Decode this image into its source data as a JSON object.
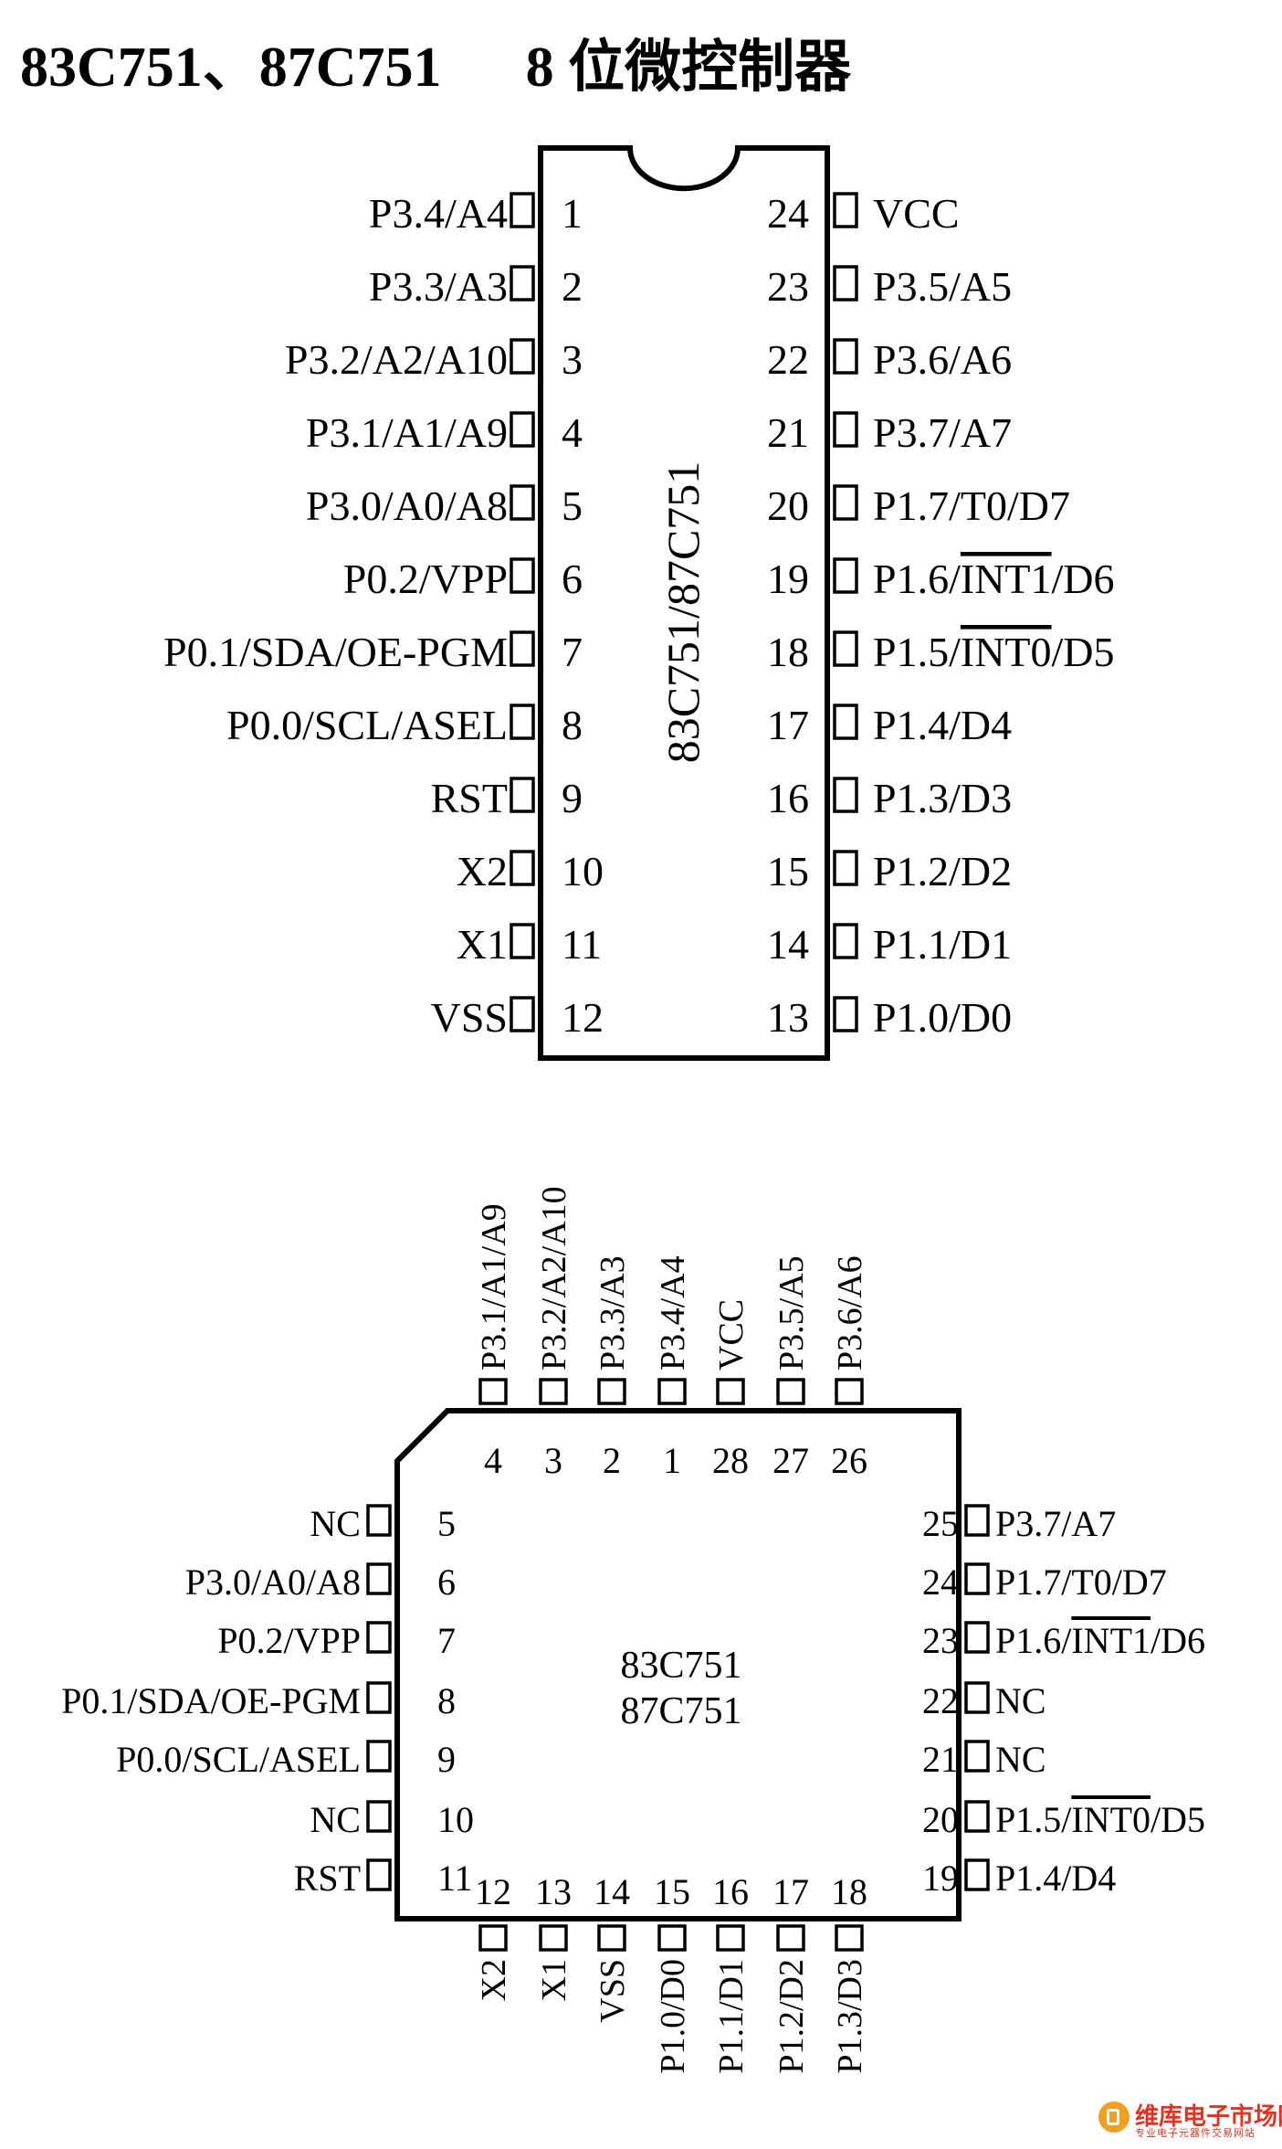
{
  "title": {
    "part": "83C751、87C751",
    "desc": "8 位微控制器"
  },
  "dip": {
    "chip_label": "83C751/87C751",
    "left_pins": [
      {
        "num": "1",
        "name": "P3.4/A4"
      },
      {
        "num": "2",
        "name": "P3.3/A3"
      },
      {
        "num": "3",
        "name": "P3.2/A2/A10"
      },
      {
        "num": "4",
        "name": "P3.1/A1/A9"
      },
      {
        "num": "5",
        "name": "P3.0/A0/A8"
      },
      {
        "num": "6",
        "name": "P0.2/VPP"
      },
      {
        "num": "7",
        "name": "P0.1/SDA/OE-PGM"
      },
      {
        "num": "8",
        "name": "P0.0/SCL/ASEL"
      },
      {
        "num": "9",
        "name": "RST"
      },
      {
        "num": "10",
        "name": "X2"
      },
      {
        "num": "11",
        "name": "X1"
      },
      {
        "num": "12",
        "name": "VSS"
      }
    ],
    "right_pins": [
      {
        "num": "24",
        "name": "VCC"
      },
      {
        "num": "23",
        "name": "P3.5/A5"
      },
      {
        "num": "22",
        "name": "P3.6/A6"
      },
      {
        "num": "21",
        "name": "P3.7/A7"
      },
      {
        "num": "20",
        "name": "P1.7/T0/D7"
      },
      {
        "num": "19",
        "name": "P1.6/INT1/D6",
        "over_prefix": "P1.6/",
        "over": "INT1",
        "over_suffix": "/D6"
      },
      {
        "num": "18",
        "name": "P1.5/INT0/D5",
        "over_prefix": "P1.5/",
        "over": "INT0",
        "over_suffix": "/D5"
      },
      {
        "num": "17",
        "name": "P1.4/D4"
      },
      {
        "num": "16",
        "name": "P1.3/D3"
      },
      {
        "num": "15",
        "name": "P1.2/D2"
      },
      {
        "num": "14",
        "name": "P1.1/D1"
      },
      {
        "num": "13",
        "name": "P1.0/D0"
      }
    ]
  },
  "plcc": {
    "chip_label_1": "83C751",
    "chip_label_2": "87C751",
    "top_pins": [
      {
        "num": "4",
        "name": "P3.1/A1/A9"
      },
      {
        "num": "3",
        "name": "P3.2/A2/A10"
      },
      {
        "num": "2",
        "name": "P3.3/A3"
      },
      {
        "num": "1",
        "name": "P3.4/A4"
      },
      {
        "num": "28",
        "name": "VCC"
      },
      {
        "num": "27",
        "name": "P3.5/A5"
      },
      {
        "num": "26",
        "name": "P3.6/A6"
      }
    ],
    "left_pins": [
      {
        "num": "5",
        "name": "NC"
      },
      {
        "num": "6",
        "name": "P3.0/A0/A8"
      },
      {
        "num": "7",
        "name": "P0.2/VPP"
      },
      {
        "num": "8",
        "name": "P0.1/SDA/OE-PGM"
      },
      {
        "num": "9",
        "name": "P0.0/SCL/ASEL"
      },
      {
        "num": "10",
        "name": "NC"
      },
      {
        "num": "11",
        "name": "RST"
      }
    ],
    "right_pins": [
      {
        "num": "25",
        "name": "P3.7/A7"
      },
      {
        "num": "24",
        "name": "P1.7/T0/D7"
      },
      {
        "num": "23",
        "name": "P1.6/INT1/D6",
        "over_prefix": "P1.6/",
        "over": "INT1",
        "over_suffix": "/D6"
      },
      {
        "num": "22",
        "name": "NC"
      },
      {
        "num": "21",
        "name": "NC"
      },
      {
        "num": "20",
        "name": "P1.5/INT0/D5",
        "over_prefix": "P1.5/",
        "over": "INT0",
        "over_suffix": "/D5"
      },
      {
        "num": "19",
        "name": "P1.4/D4"
      }
    ],
    "bottom_pins": [
      {
        "num": "12",
        "name": "X2"
      },
      {
        "num": "13",
        "name": "X1"
      },
      {
        "num": "14",
        "name": "VSS"
      },
      {
        "num": "15",
        "name": "P1.0/D0"
      },
      {
        "num": "16",
        "name": "P1.1/D1"
      },
      {
        "num": "17",
        "name": "P1.2/D2"
      },
      {
        "num": "18",
        "name": "P1.3/D3"
      }
    ]
  },
  "watermark": {
    "main": "维库电子市场网",
    "sub": "专业电子元器件交易网站"
  }
}
